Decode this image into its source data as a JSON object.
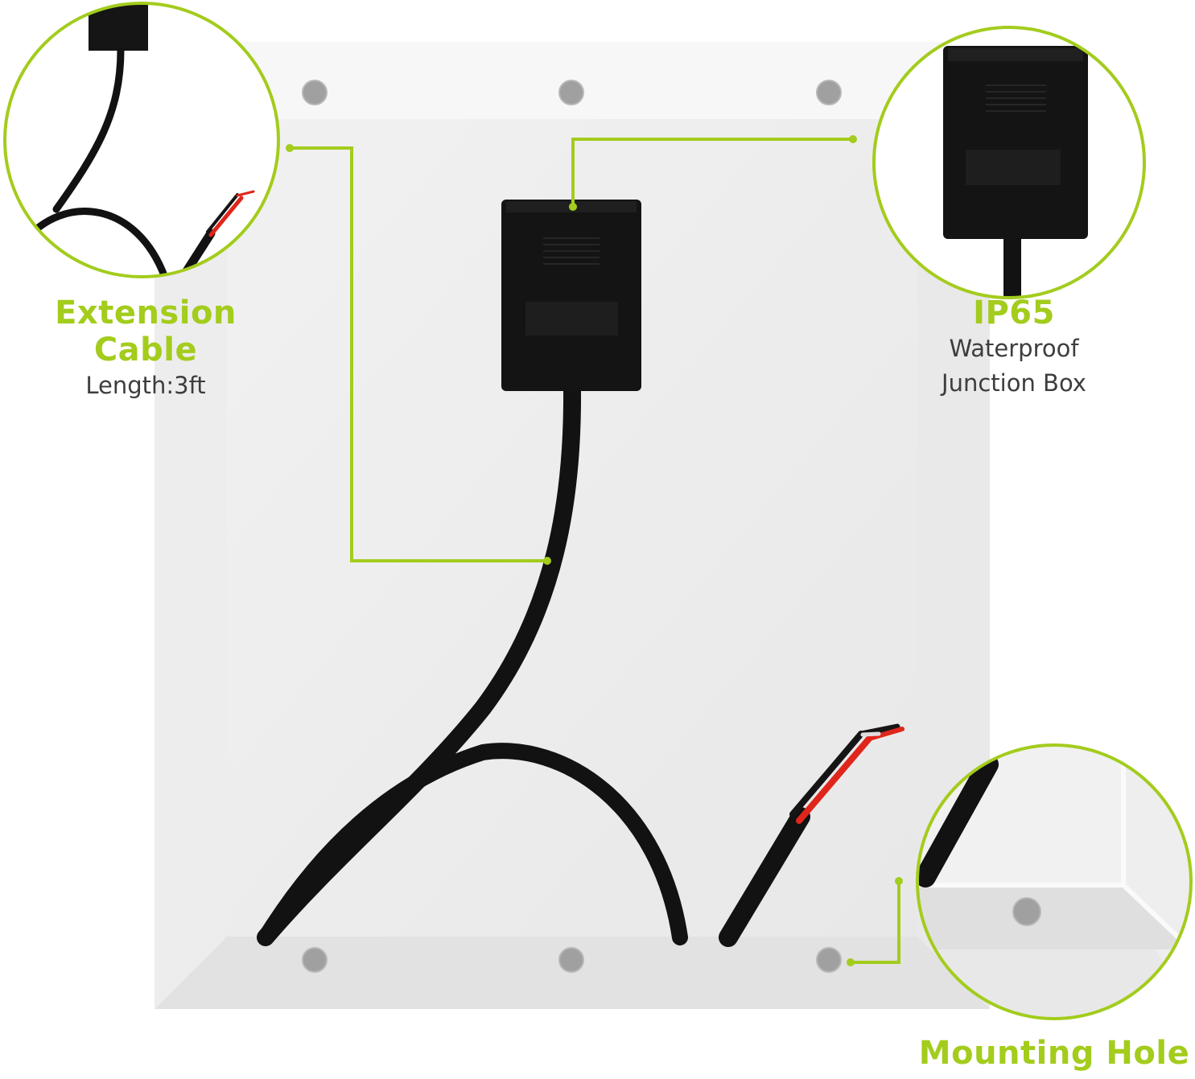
{
  "colors": {
    "accent": "#a3cc1d",
    "frame": "#e6e6e6",
    "panel": "#ececec",
    "cable": "#121212",
    "hole": "#9a9a9a",
    "wire_red": "#e0261b"
  },
  "callouts": {
    "extension_cable": {
      "title": "Extension Cable",
      "detail": "Length:3ft"
    },
    "junction_box": {
      "title": "IP65",
      "detail_line1": "Waterproof",
      "detail_line2": "Junction Box"
    },
    "mounting_hole": {
      "title": "Mounting Hole"
    }
  }
}
